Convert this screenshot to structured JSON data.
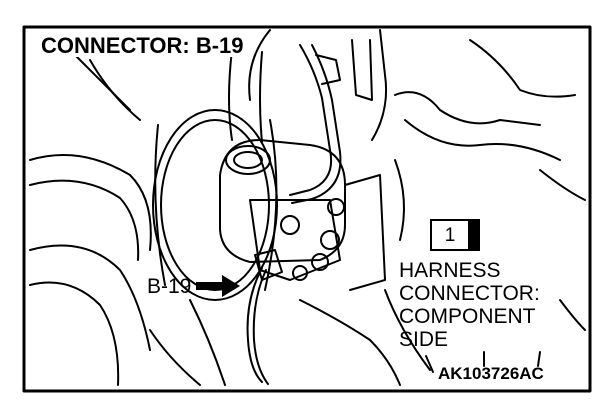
{
  "diagram": {
    "title": "CONNECTOR: B-19",
    "connector_label": "B-19",
    "pin_number": "1",
    "harness_lines": [
      "HARNESS",
      "CONNECTOR:",
      "COMPONENT",
      "SIDE"
    ],
    "reference_code": "AK103726AC"
  },
  "colors": {
    "ink": "#000000",
    "paper": "#ffffff"
  }
}
